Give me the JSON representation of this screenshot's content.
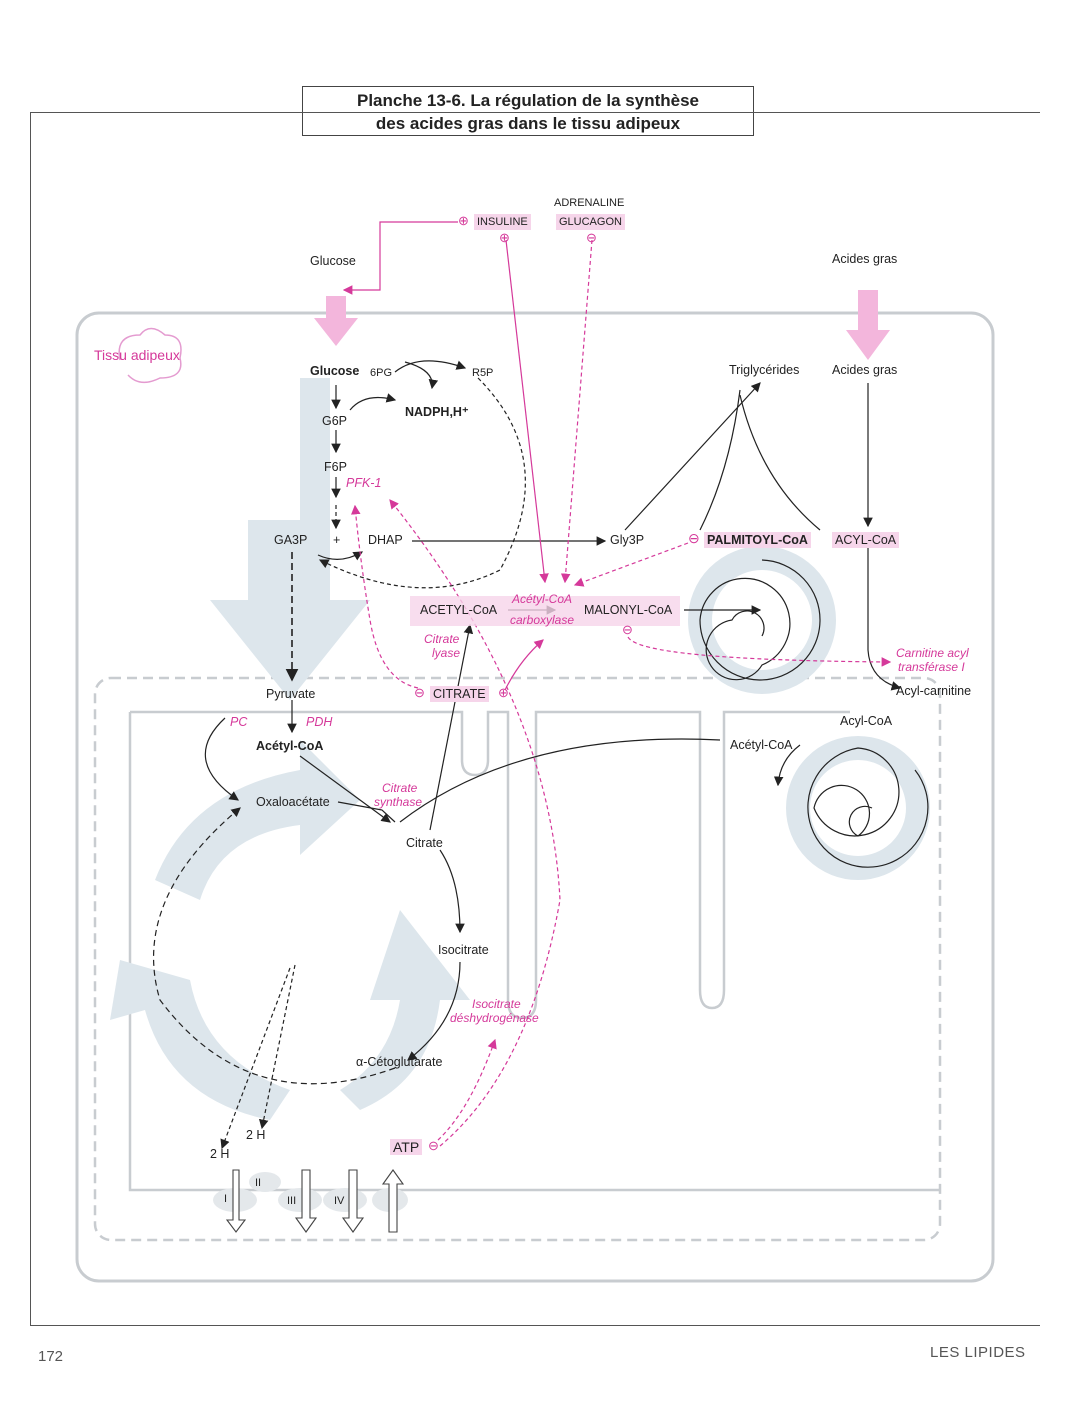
{
  "header": {
    "title_line1": "Planche 13-6. La régulation de la synthèse",
    "title_line2": "des acides gras dans le tissu adipeux"
  },
  "hormones": {
    "adrenaline": "ADRENALINE",
    "glucagon": "GLUCAGON",
    "insuline": "INSULINE",
    "plus_sign": "⊕",
    "minus_sign": "⊖"
  },
  "outside": {
    "glucose": "Glucose",
    "acides_gras": "Acides gras"
  },
  "tissue": {
    "label": "Tissu adipeux"
  },
  "cytosol": {
    "glucose": "Glucose",
    "6pg": "6PG",
    "r5p": "R5P",
    "nadph": "NADPH,H⁺",
    "g6p": "G6P",
    "f6p": "F6P",
    "pfk1": "PFK-1",
    "ga3p": "GA3P",
    "plus": "+",
    "dhap": "DHAP",
    "gly3p": "Gly3P",
    "triglycerides": "Triglycérides",
    "acides_gras": "Acides gras",
    "palmitoyl_coa": "PALMITOYL-CoA",
    "acyl_coa_upper": "ACYL-CoA",
    "acetyl_coa_upper": "ACETYL-CoA",
    "acc_line1": "Acétyl-CoA",
    "acc_line2": "carboxylase",
    "malonyl_coa": "MALONYL-CoA",
    "citrate_lyase_line1": "Citrate",
    "citrate_lyase_line2": "lyase",
    "citrate_upper": "CITRATE",
    "cat_line1": "Carnitine acyl",
    "cat_line2": "transférase I",
    "acyl_carnitine": "Acyl-carnitine"
  },
  "mito": {
    "pyruvate": "Pyruvate",
    "pc": "PC",
    "pdh": "PDH",
    "acetyl_coa": "Acétyl-CoA",
    "oxaloacetate": "Oxaloacétate",
    "cs_line1": "Citrate",
    "cs_line2": "synthase",
    "citrate": "Citrate",
    "isocitrate": "Isocitrate",
    "idh_line1": "Isocitrate",
    "idh_line2": "déshydrogénase",
    "alpha_kg": "α-Cétoglutarate",
    "atp": "ATP",
    "two_h_a": "2 H",
    "two_h_b": "2 H",
    "complex_1": "I",
    "complex_2": "II",
    "complex_3": "III",
    "complex_4": "IV",
    "acyl_coa": "Acyl-CoA",
    "acetyl_coa_right": "Acétyl-CoA"
  },
  "footer": {
    "page_number": "172",
    "section": "LES LIPIDES"
  },
  "colors": {
    "regulation_pink": "#d5399a",
    "highlight_pink": "#f6d5ea",
    "membrane_gray": "#c8ccd0",
    "big_arrow_blue": "#dde6ec"
  }
}
